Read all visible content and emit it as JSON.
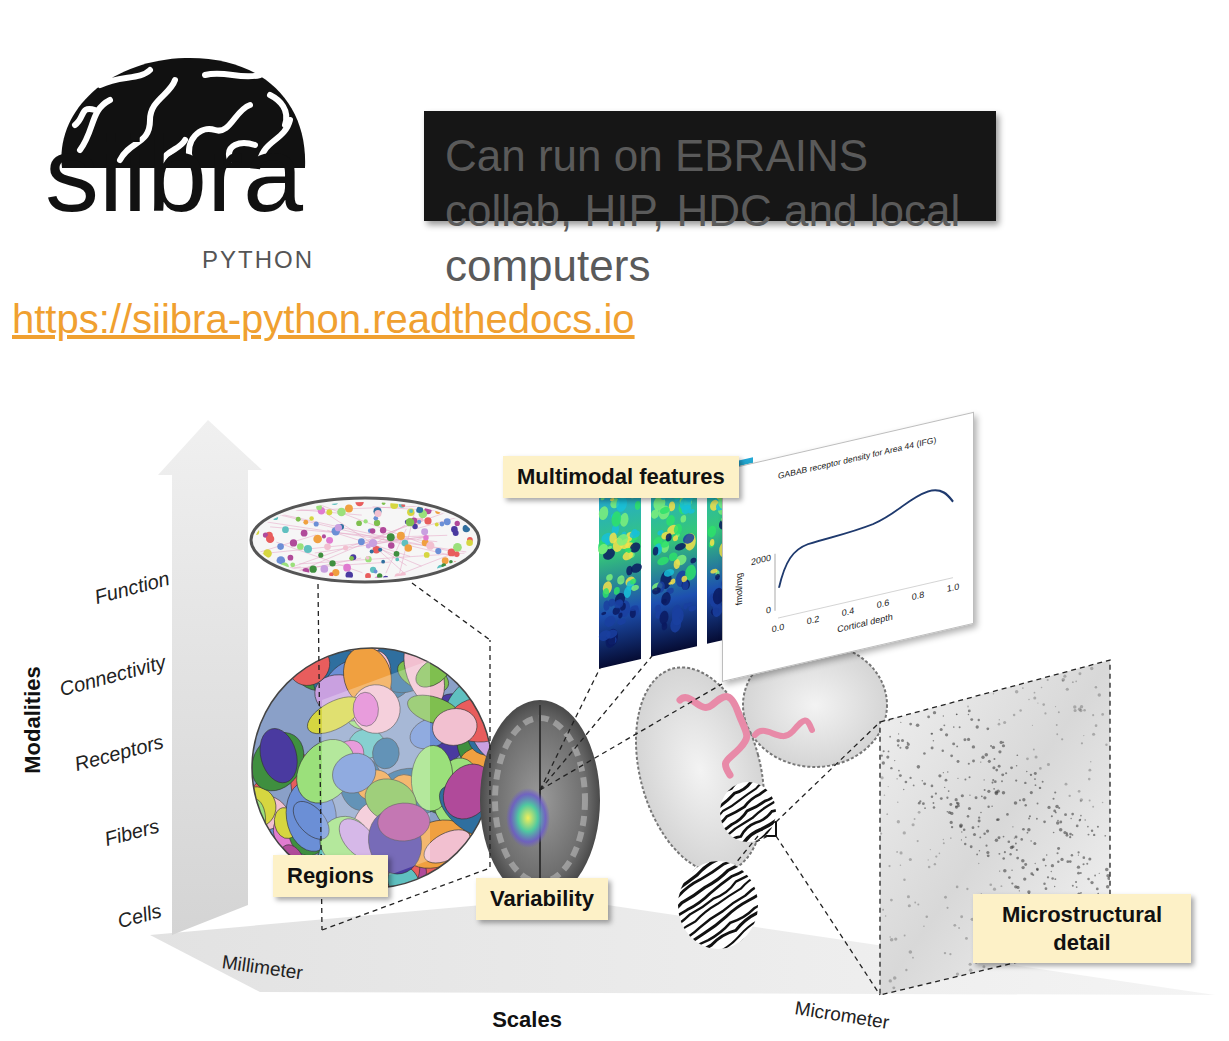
{
  "diagram": {
    "nodes": [
      {
        "text": [
          "Multimodal features"
        ]
      },
      {
        "text": [
          "Regions"
        ]
      },
      {
        "text": [
          "Variability"
        ]
      },
      {
        "text": [
          "Microstructural detail"
        ]
      }
    ],
    "labels": [
      "siibra",
      "PYTHON",
      "Can run on EBRAINS collab, HIP, HDC and local computers",
      "https://siibra-python.readthedocs.io",
      "Modalities",
      "Function",
      "Connectivity",
      "Receptors",
      "Fibers",
      "Cells",
      "Millimeter",
      "Scales",
      "Micrometer",
      "GABAB receptor density for Area 44 (IFG)",
      "fmol/mg",
      "2000",
      "0",
      "0.0",
      "0.2",
      "0.4",
      "0.6",
      "0.8",
      "1.0",
      "Cortical depth"
    ]
  }
}
